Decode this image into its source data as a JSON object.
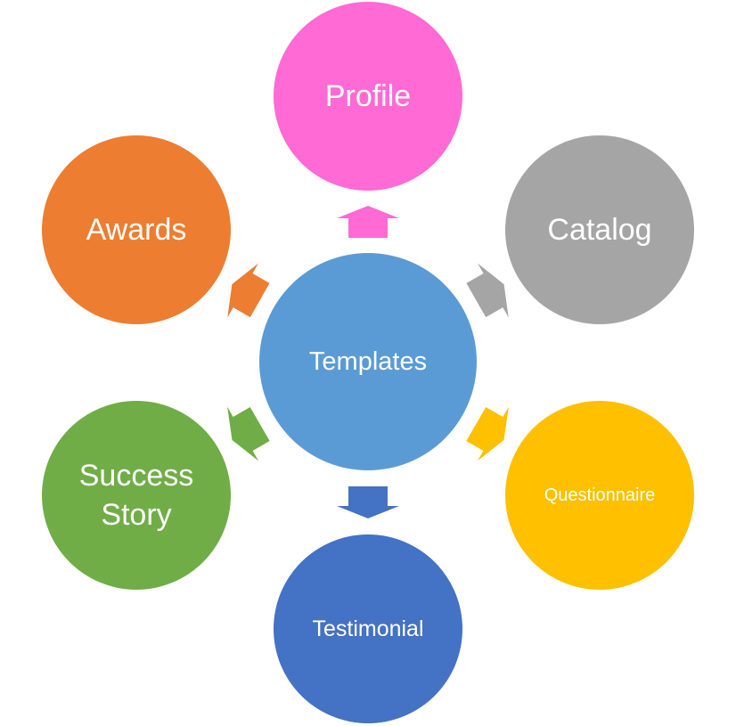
{
  "diagram": {
    "type": "radial-hub-and-spoke",
    "center": {
      "id": "templates",
      "label": "Templates",
      "color": "#5B9BD5"
    },
    "nodes": [
      {
        "id": "profile",
        "label": [
          "Profile"
        ],
        "color": "#FF6AD5",
        "direction": "up"
      },
      {
        "id": "catalog",
        "label": [
          "Catalog"
        ],
        "color": "#A5A5A5",
        "direction": "upper-right"
      },
      {
        "id": "questionnaire",
        "label": [
          "Questionnaire"
        ],
        "color": "#FFC000",
        "direction": "lower-right"
      },
      {
        "id": "testimonial",
        "label": [
          "Testimonial"
        ],
        "color": "#4472C4",
        "direction": "down"
      },
      {
        "id": "success-story",
        "label": [
          "Success",
          "Story"
        ],
        "color": "#70AD47",
        "direction": "lower-left"
      },
      {
        "id": "awards",
        "label": [
          "Awards"
        ],
        "color": "#ED7D31",
        "direction": "upper-left"
      }
    ],
    "arrows": [
      {
        "from": "templates",
        "to": "profile",
        "color": "#FF6AD5"
      },
      {
        "from": "templates",
        "to": "catalog",
        "color": "#A5A5A5"
      },
      {
        "from": "templates",
        "to": "questionnaire",
        "color": "#FFC000"
      },
      {
        "from": "templates",
        "to": "testimonial",
        "color": "#4472C4"
      },
      {
        "from": "templates",
        "to": "success-story",
        "color": "#70AD47"
      },
      {
        "from": "templates",
        "to": "awards",
        "color": "#ED7D31"
      }
    ]
  }
}
